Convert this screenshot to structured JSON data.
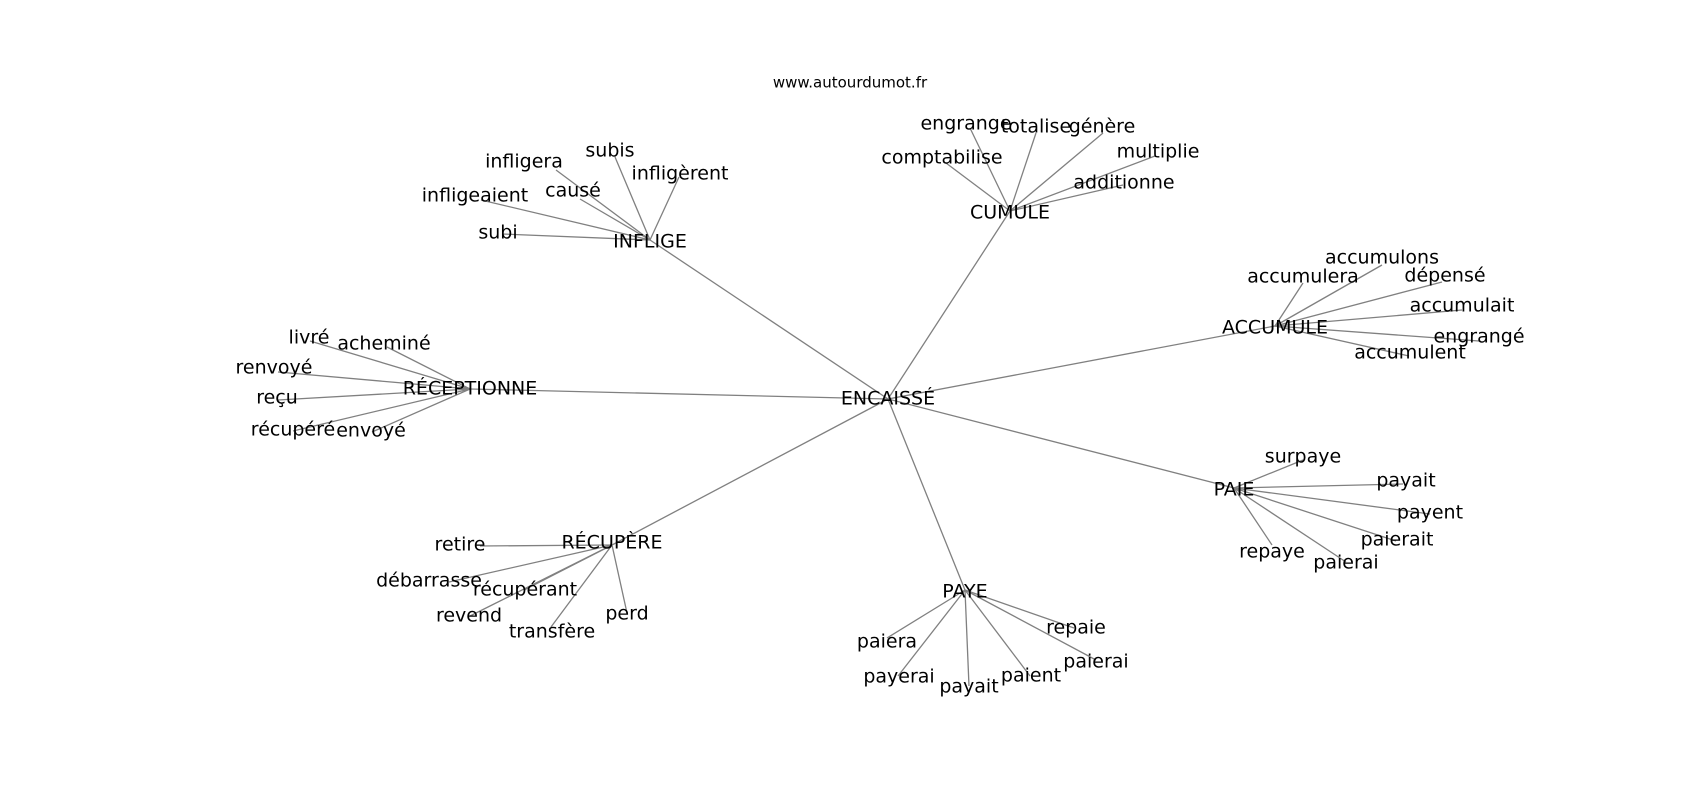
{
  "source": "www.autourdumot.fr",
  "center": "ENCAISSÉ",
  "clusters": [
    {
      "hub": "INFLIGE",
      "leaves": [
        "subis",
        "infligera",
        "infligèrent",
        "causé",
        "infligeaient",
        "subi"
      ]
    },
    {
      "hub": "CUMULE",
      "leaves": [
        "engrange",
        "totalise",
        "génère",
        "comptabilise",
        "multiplie",
        "additionne"
      ]
    },
    {
      "hub": "ACCUMULE",
      "leaves": [
        "accumulons",
        "accumulera",
        "dépensé",
        "accumulait",
        "engrangé",
        "accumulent"
      ]
    },
    {
      "hub": "RÉCEPTIONNE",
      "leaves": [
        "livré",
        "acheminé",
        "renvoyé",
        "reçu",
        "récupéré",
        "envoyé"
      ]
    },
    {
      "hub": "PAIE",
      "leaves": [
        "surpaye",
        "payait",
        "payent",
        "paierait",
        "repaye",
        "paierai"
      ]
    },
    {
      "hub": "RÉCUPÈRE",
      "leaves": [
        "retire",
        "débarrasse",
        "récupérant",
        "revend",
        "transfère",
        "perd"
      ]
    },
    {
      "hub": "PAYE",
      "leaves": [
        "repaie",
        "paiera",
        "paierai",
        "payerai",
        "payait",
        "paient"
      ]
    }
  ]
}
